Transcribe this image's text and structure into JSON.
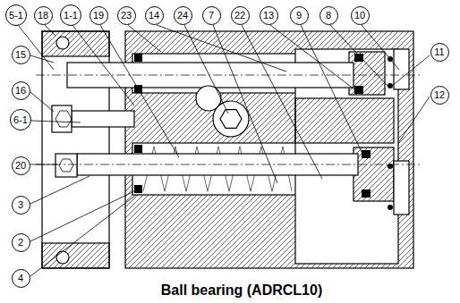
{
  "diagram": {
    "caption": "Ball bearing (ADRCL10)",
    "nodes": [
      {
        "text": [
          "5-1"
        ]
      },
      {
        "text": [
          "18"
        ]
      },
      {
        "text": [
          "1-1"
        ]
      },
      {
        "text": [
          "19"
        ]
      },
      {
        "text": [
          "23"
        ]
      },
      {
        "text": [
          "14"
        ]
      },
      {
        "text": [
          "24"
        ]
      },
      {
        "text": [
          "7"
        ]
      },
      {
        "text": [
          "22"
        ]
      },
      {
        "text": [
          "13"
        ]
      },
      {
        "text": [
          "9"
        ]
      },
      {
        "text": [
          "8"
        ]
      },
      {
        "text": [
          "10"
        ]
      },
      {
        "text": [
          "15"
        ]
      },
      {
        "text": [
          "16"
        ]
      },
      {
        "text": [
          "6-1"
        ]
      },
      {
        "text": [
          "20"
        ]
      },
      {
        "text": [
          "3"
        ]
      },
      {
        "text": [
          "2"
        ]
      },
      {
        "text": [
          "4"
        ]
      },
      {
        "text": [
          "11"
        ]
      },
      {
        "text": [
          "12"
        ]
      }
    ]
  }
}
